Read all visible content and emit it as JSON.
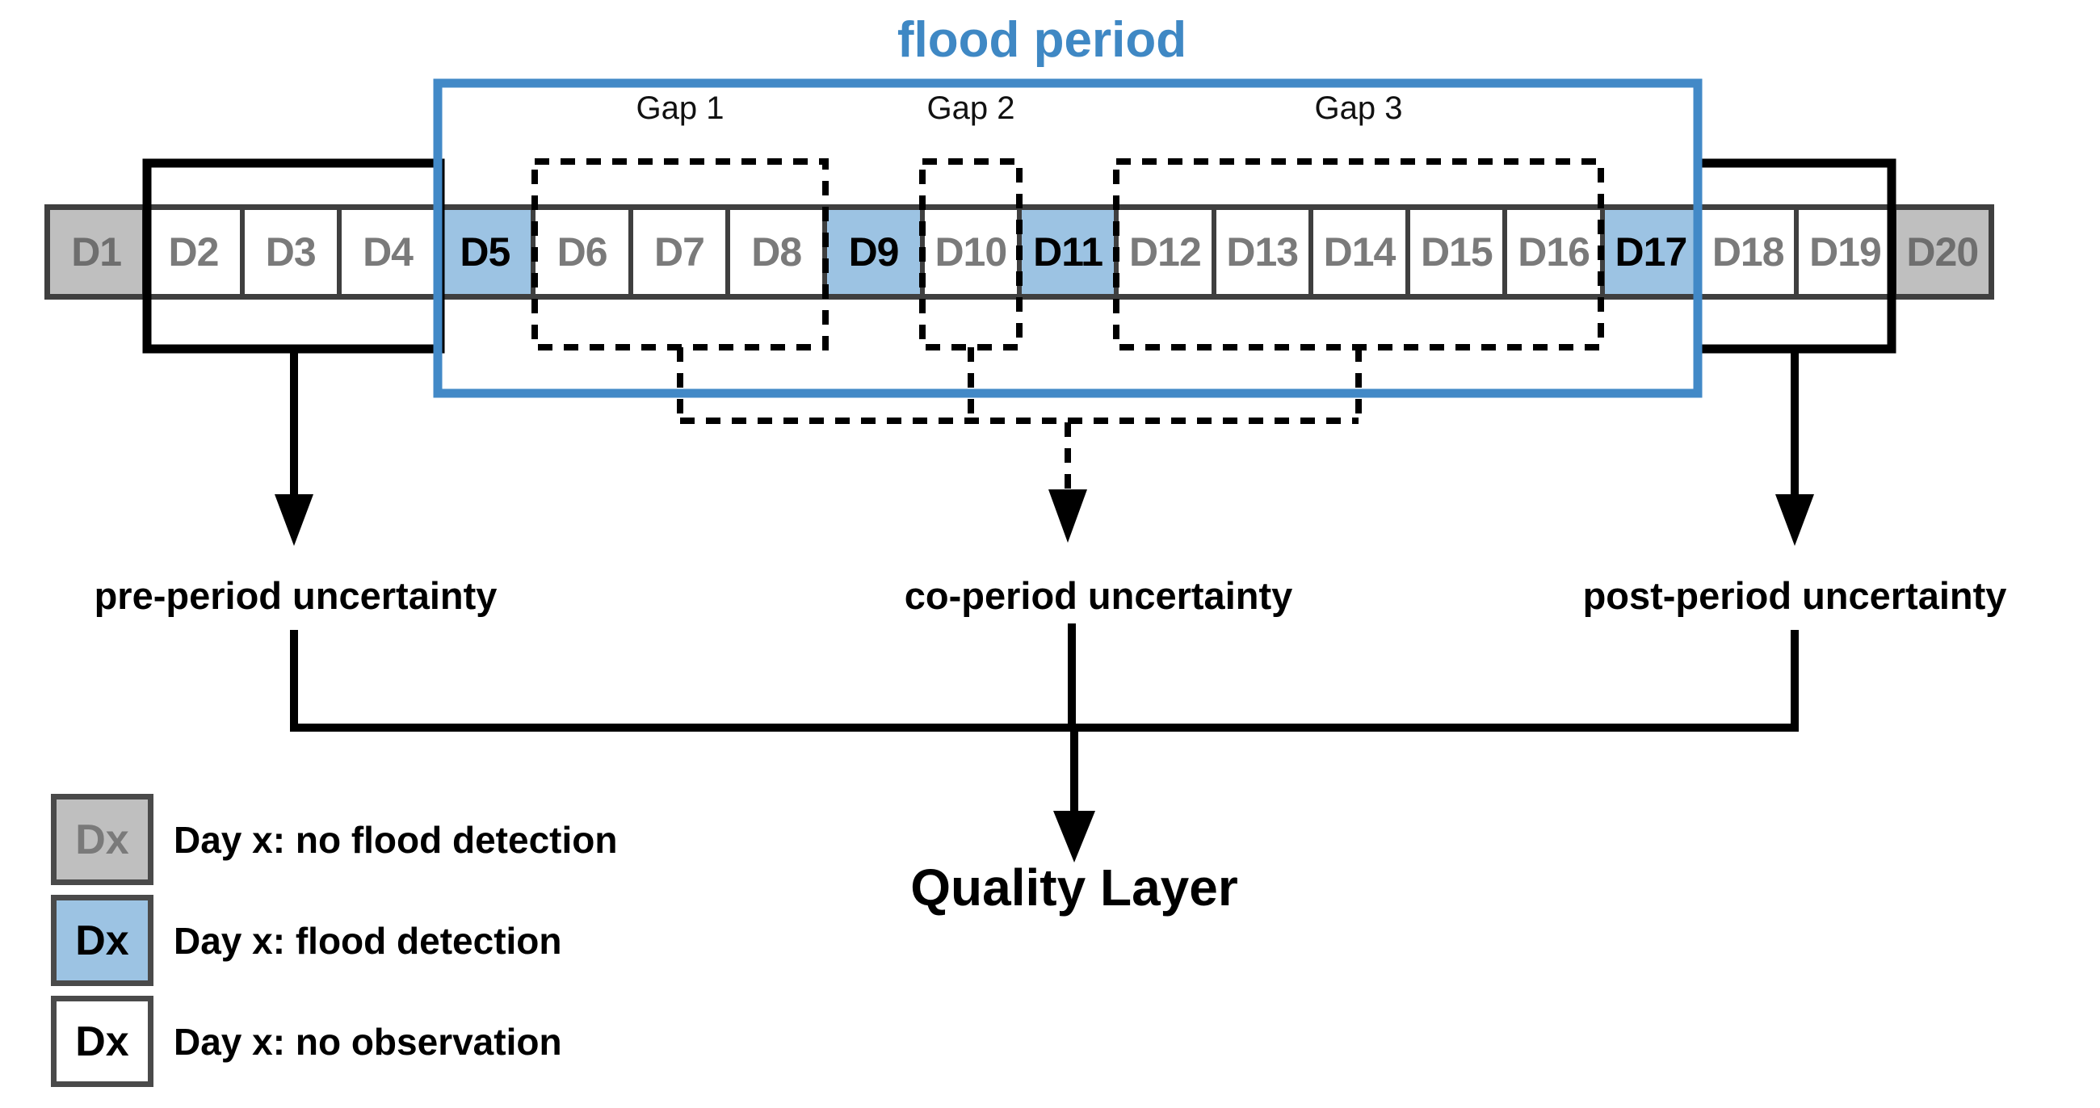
{
  "flood_period_label": "flood period",
  "timeline": {
    "days": [
      {
        "label": "D1",
        "type": "no_flood_detection"
      },
      {
        "label": "D2",
        "type": "no_observation"
      },
      {
        "label": "D3",
        "type": "no_observation"
      },
      {
        "label": "D4",
        "type": "no_observation"
      },
      {
        "label": "D5",
        "type": "flood_detection"
      },
      {
        "label": "D6",
        "type": "no_observation"
      },
      {
        "label": "D7",
        "type": "no_observation"
      },
      {
        "label": "D8",
        "type": "no_observation"
      },
      {
        "label": "D9",
        "type": "flood_detection"
      },
      {
        "label": "D10",
        "type": "no_observation"
      },
      {
        "label": "D11",
        "type": "flood_detection"
      },
      {
        "label": "D12",
        "type": "no_observation"
      },
      {
        "label": "D13",
        "type": "no_observation"
      },
      {
        "label": "D14",
        "type": "no_observation"
      },
      {
        "label": "D15",
        "type": "no_observation"
      },
      {
        "label": "D16",
        "type": "no_observation"
      },
      {
        "label": "D17",
        "type": "flood_detection"
      },
      {
        "label": "D18",
        "type": "no_observation"
      },
      {
        "label": "D19",
        "type": "no_observation"
      },
      {
        "label": "D20",
        "type": "no_flood_detection"
      }
    ]
  },
  "gaps": [
    {
      "label": "Gap 1"
    },
    {
      "label": "Gap 2"
    },
    {
      "label": "Gap 3"
    }
  ],
  "uncertainty_labels": {
    "pre": "pre-period uncertainty",
    "co": "co-period uncertainty",
    "post": "post-period uncertainty"
  },
  "output_label": "Quality Layer",
  "legend": {
    "items": [
      {
        "swatch": "Dx",
        "type": "no_flood_detection",
        "label": "Day x: no flood detection"
      },
      {
        "swatch": "Dx",
        "type": "flood_detection",
        "label": "Day x: flood detection"
      },
      {
        "swatch": "Dx",
        "type": "no_observation",
        "label": "Day x: no observation"
      }
    ]
  },
  "colors": {
    "flood_accent": "#4289c7",
    "flood_title_text": "#3f88c4",
    "flood_day_fill": "#9cc3e3",
    "no_detection_fill": "#bfbfbf",
    "border_dark": "#3f3f3f",
    "day_text_gray": "#7a7a7a",
    "line_black": "#000000"
  }
}
